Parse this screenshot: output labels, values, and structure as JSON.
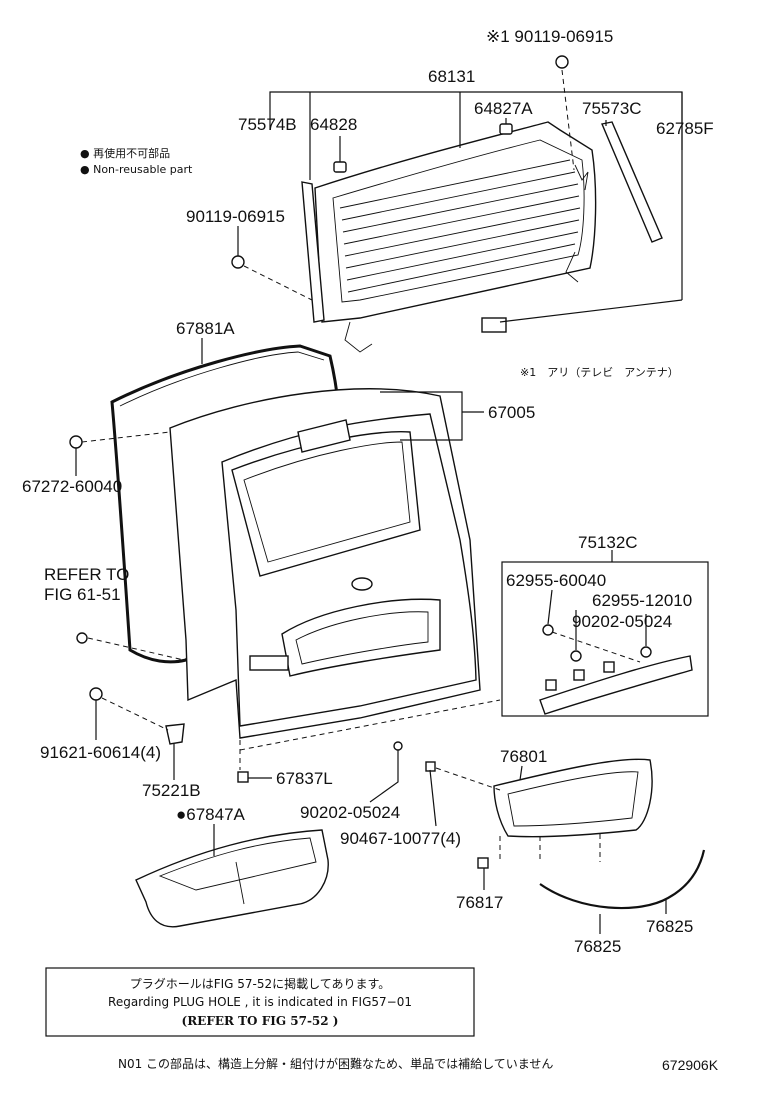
{
  "labels": {
    "l_90119_top": "※1 90119-06915",
    "l_68131": "68131",
    "l_75574B": "75574B",
    "l_64828": "64828",
    "l_64827A": "64827A",
    "l_75573C": "75573C",
    "l_62785F": "62785F",
    "l_90119_left": "90119-06915",
    "l_67881A": "67881A",
    "l_67005": "67005",
    "l_67272": "67272-60040",
    "l_refer1": "REFER TO",
    "l_refer2": "FIG 61-51",
    "l_75132C": "75132C",
    "l_62955_60040": "62955-60040",
    "l_62955_12010": "62955-12010",
    "l_90202_box": "90202-05024",
    "l_91621": "91621-60614(4)",
    "l_75221B": "75221B",
    "l_67837L": "67837L",
    "l_76801": "76801",
    "l_67847A": "●67847A",
    "l_90202_bottom": "90202-05024",
    "l_90467": "90467-10077(4)",
    "l_76817": "76817",
    "l_76825_right": "76825",
    "l_76825_bottom": "76825"
  },
  "legend": {
    "jp": "● 再使用不可部品",
    "en": "● Non-reusable part"
  },
  "antenna_note": "※1　アリ（テレビ　アンテナ）",
  "note_box": {
    "line1": "プラグホールはFIG 57-52に掲載してあります。",
    "line2": "Regarding PLUG HOLE , it is indicated in FIG57−01",
    "line3": "(REFER TO FIG  57-52 )"
  },
  "footer": {
    "n01": "N01 この部品は、構造上分解・組付けが困難なため、単品では補給していません",
    "diagram_id": "672906K"
  }
}
